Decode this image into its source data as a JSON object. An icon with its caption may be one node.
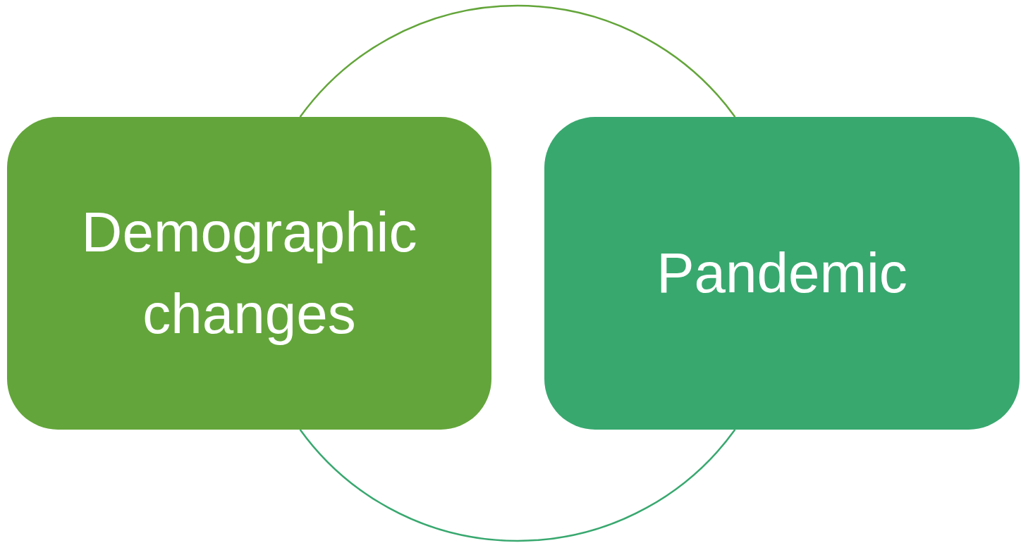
{
  "diagram": {
    "nodes": [
      {
        "text": [
          "Demographic changes"
        ]
      },
      {
        "text": [
          "Pandemic"
        ]
      }
    ],
    "edges": [
      {
        "from": 0,
        "to": 1,
        "arrow": "none",
        "color": "#63a53a"
      },
      {
        "from": 1,
        "to": 0,
        "arrow": "none",
        "color": "#38a86f"
      }
    ]
  }
}
